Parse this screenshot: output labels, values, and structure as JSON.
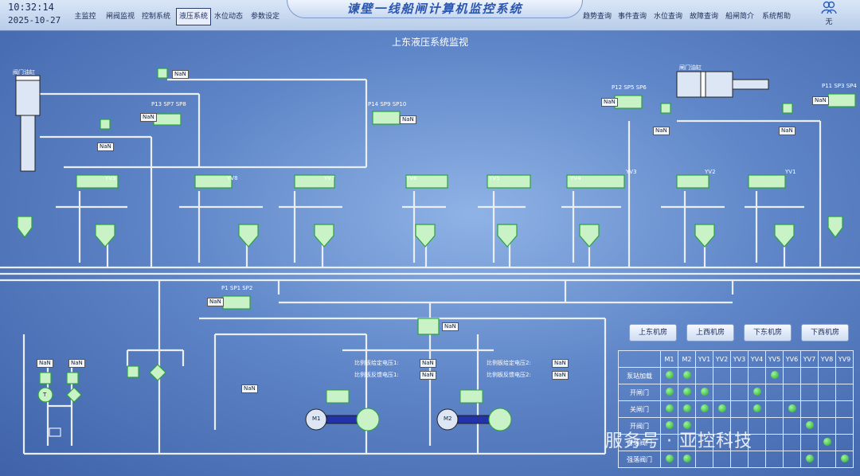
{
  "header": {
    "time": "10:32:14",
    "date": "2025-10-27",
    "system_title": "谏壁一线船闸计算机监控系统",
    "user_label": "无",
    "nav_left": [
      "主监控",
      "闸阀监视",
      "控制系统",
      "液压系统",
      "水位动态",
      "参数设定"
    ],
    "nav_right": [
      "趋势查询",
      "事件查询",
      "水位查询",
      "故障查询",
      "船闸简介",
      "系统帮助"
    ],
    "active_nav": "液压系统"
  },
  "page_title": "上东液压系统监视",
  "nan": "NaN",
  "labels": {
    "valve_cylinder": "阀门油缸",
    "gate_cylinder": "闸门油缸",
    "p13": "P13 SP7 SP8",
    "p14": "P14 SP9 SP10",
    "p12": "P12 SP5 SP6",
    "p11": "P11 SP3 SP4",
    "p1": "P1 SP1 SP2",
    "yv9": "YV9",
    "yv8": "YV8",
    "yv7": "YV7",
    "yv6": "YV6",
    "yv5": "YV5",
    "yv4": "YV4",
    "yv3": "YV3",
    "yv2": "YV2",
    "yv1": "YV1",
    "t": "T",
    "m1": "M1",
    "m2": "M2",
    "prop_set1": "比例板给定电压1:",
    "prop_fb1": "比例板反馈电压1:",
    "prop_set2": "比例板给定电压2:",
    "prop_fb2": "比例板反馈电压2:"
  },
  "rooms": [
    "上东机房",
    "上西机房",
    "下东机房",
    "下西机房"
  ],
  "status_table": {
    "columns": [
      "M1",
      "M2",
      "YV1",
      "YV2",
      "YV3",
      "YV4",
      "YV5",
      "YV6",
      "YV7",
      "YV8",
      "YV9"
    ],
    "rows": [
      {
        "label": "泵站加载",
        "on": [
          0,
          1,
          6
        ]
      },
      {
        "label": "开闸门",
        "on": [
          0,
          1,
          2,
          5
        ]
      },
      {
        "label": "关闸门",
        "on": [
          0,
          1,
          2,
          3,
          5,
          7
        ]
      },
      {
        "label": "开阀门",
        "on": [
          0,
          1,
          8
        ]
      },
      {
        "label": "自落阀门",
        "on": [
          9
        ]
      },
      {
        "label": "强落阀门",
        "on": [
          0,
          1,
          8,
          10
        ]
      }
    ]
  },
  "watermark": "服务号 · 亚控科技",
  "colors": {
    "pipe": "#e9eef7",
    "valve": "#29a33a",
    "valve_fill": "#c9f3c7",
    "lamp_on": "#22a52a"
  }
}
